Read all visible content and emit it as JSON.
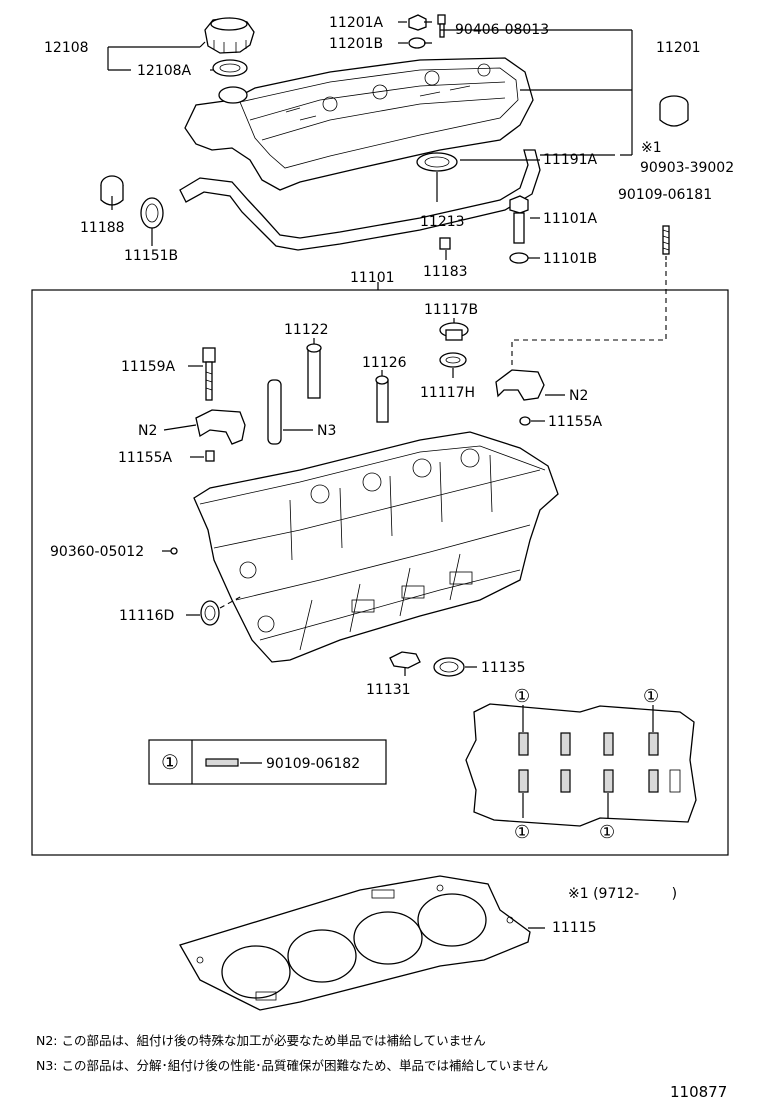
{
  "labels": {
    "p12108": "12108",
    "p12108A": "12108A",
    "p11201A": "11201A",
    "p11201B": "11201B",
    "p90406": "90406-08013",
    "p11201": "11201",
    "p11191A": "11191A",
    "p90903": "90903-39002",
    "star1": "※1",
    "p11188": "11188",
    "p11151B": "11151B",
    "p11213": "11213",
    "p11101A": "11101A",
    "p90109a": "90109-06181",
    "p11183": "11183",
    "p11101B": "11101B",
    "p11101": "11101",
    "p11117B": "11117B",
    "p11122": "11122",
    "p11126": "11126",
    "p11159A": "11159A",
    "p11117H": "11117H",
    "n2a": "N2",
    "n2b": "N2",
    "n3": "N3",
    "p11155Aa": "11155A",
    "p11155Ab": "11155A",
    "p90360": "90360-05012",
    "p11116D": "11116D",
    "p11135": "11135",
    "p11131": "11131",
    "circ": "①",
    "p90109b": "90109-06182",
    "p11115": "11115",
    "range": "※1 (9712-　　 )"
  },
  "notes": {
    "n2": "N2:  この部品は、組付け後の特殊な加工が必要なため単品では補給していません",
    "n3": "N3:  この部品は、分解･組付け後の性能･品質確保が困難なため、単品では補給していません"
  },
  "figure_number": "110877"
}
